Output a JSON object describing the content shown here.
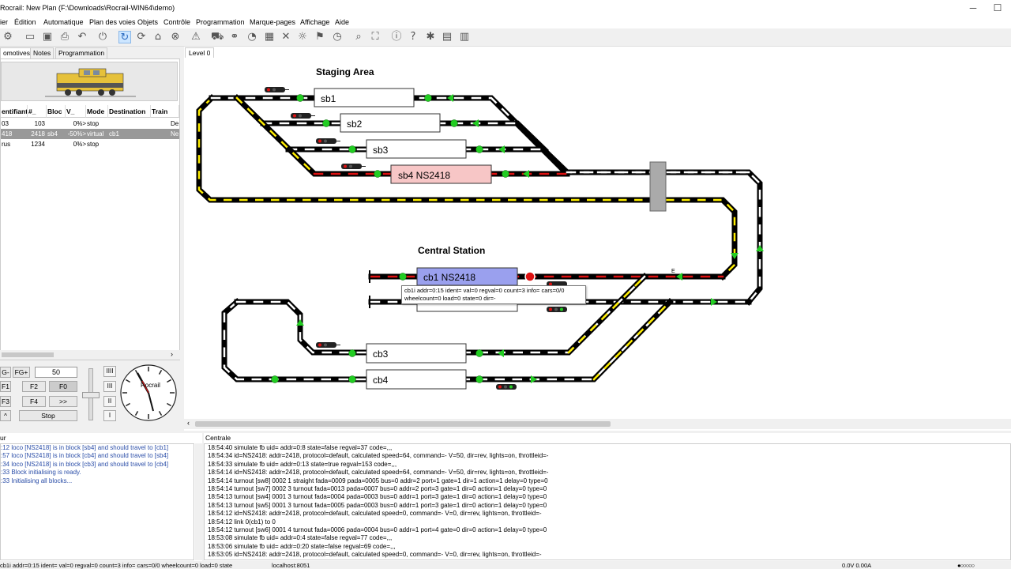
{
  "window": {
    "title": "Rocrail: New Plan (F:\\Downloads\\Rocrail-WIN64\\demo)",
    "minimize": "─",
    "maximize": "☐"
  },
  "menu": [
    "ier",
    "Édition",
    "Automatique",
    "Plan des voies",
    "Objets",
    "Contrôle",
    "Programmation",
    "Marque-pages",
    "Affichage",
    "Aide"
  ],
  "left_tabs": [
    "omotives",
    "Notes",
    "Programmation"
  ],
  "loco_table": {
    "headers": [
      "entifiant",
      "#_",
      "Bloc",
      "V_",
      "Mode",
      "Destination",
      "Train"
    ],
    "rows": [
      [
        "03",
        "103",
        "",
        "0%>",
        "stop",
        "",
        "De"
      ],
      [
        "418",
        "2418",
        "sb4",
        "-50%>",
        "virtual",
        "cb1",
        "Ne"
      ],
      [
        "rus",
        "1234",
        "",
        "0%>",
        "stop",
        "",
        ""
      ]
    ]
  },
  "throttle": {
    "fg_minus": "G-",
    "fg_plus": "FG+",
    "speed": "50",
    "f_buttons": [
      "F1",
      "F2",
      "F0",
      "F3",
      "F4",
      ">>"
    ],
    "dir_btn": "^",
    "stop_btn": "Stop",
    "levels": [
      "IIII",
      "III",
      "II",
      "I"
    ],
    "clock_label": "Rocrail"
  },
  "level_tab": "Level 0",
  "plan": {
    "area1_title": "Staging Area",
    "area2_title": "Central Station",
    "blocks": [
      {
        "id": "sb1",
        "label": "sb1"
      },
      {
        "id": "sb2",
        "label": "sb2"
      },
      {
        "id": "sb3",
        "label": "sb3"
      },
      {
        "id": "sb4",
        "label": "sb4 NS2418"
      },
      {
        "id": "cb1",
        "label": "cb1 NS2418"
      },
      {
        "id": "cb3",
        "label": "cb3"
      },
      {
        "id": "cb4",
        "label": "cb4"
      }
    ],
    "marker_e": "E",
    "tooltip_line1": "cb1i addr=0:15 ident= val=0 regval=0 count=3 info= cars=0/0",
    "tooltip_line2": "wheelcount=0 load=0 state=0 dir=-"
  },
  "server_log_title": "ur",
  "server_log": [
    ":12 loco [NS2418] is in block [sb4] and should travel to [cb1]",
    ":57 loco [NS2418] is in block [cb4] and should travel to [sb4]",
    ":34 loco [NS2418] is in block [cb3] and should travel to [cb4]",
    ":33 Block initialising is ready.",
    ":33 Initialising all blocks..."
  ],
  "central_title": "Centrale",
  "central_log": [
    "18:54:40 simulate fb uid= addr=0:8 state=false regval=37 code=,,,",
    "18:54:34 id=NS2418: addr=2418, protocol=default, calculated speed=64, command=- V=50, dir=rev, lights=on, throttleid=-",
    "18:54:33 simulate fb uid= addr=0:13 state=true regval=153 code=,,,",
    "18:54:14 id=NS2418: addr=2418, protocol=default, calculated speed=64, command=- V=50, dir=rev, lights=on, throttleid=-",
    "18:54:14 turnout [sw8] 0002 1 straight  fada=0009 pada=0005 bus=0 addr=2 port=1 gate=1 dir=1 action=1 delay=0 type=0",
    "18:54:14 turnout [sw7] 0002 3 turnout   fada=0013 pada=0007 bus=0 addr=2 port=3 gate=1 dir=0 action=1 delay=0 type=0",
    "18:54:13 turnout [sw4] 0001 3 turnout   fada=0004 pada=0003 bus=0 addr=1 port=3 gate=1 dir=0 action=1 delay=0 type=0",
    "18:54:13 turnout [sw5] 0001 3 turnout   fada=0005 pada=0003 bus=0 addr=1 port=3 gate=1 dir=0 action=1 delay=0 type=0",
    "18:54:12 id=NS2418: addr=2418, protocol=default, calculated speed=0, command=- V=0, dir=rev, lights=on, throttleid=-",
    "18:54:12 link 0(cb1) to 0",
    "18:54:12 turnout [sw6] 0001 4 turnout   fada=0006 pada=0004 bus=0 addr=1 port=4 gate=0 dir=0 action=1 delay=0 type=0",
    "18:53:08 simulate fb uid= addr=0:4 state=false regval=77 code=,,,",
    "18:53:06 simulate fb uid= addr=0:20 state=false regval=69 code=,,,",
    "18:53:05 id=NS2418: addr=2418, protocol=default, calculated speed=0, command=- V=0, dir=rev, lights=on, throttleid=-"
  ],
  "status": {
    "left": "cb1i addr=0:15 ident= val=0 regval=0 count=3 info= cars=0/0 wheelcount=0 load=0 state",
    "host": "localhost:8051",
    "power": "0.0V 0.00A"
  },
  "colors": {
    "track": "#000000",
    "track_yellow": "#ffee00",
    "track_red": "#dd1111",
    "signal_green": "#22cc22",
    "block_sb4": "#f7c6c6",
    "block_cb1": "#9aa0ee",
    "log_blue": "#2b4ea8"
  }
}
